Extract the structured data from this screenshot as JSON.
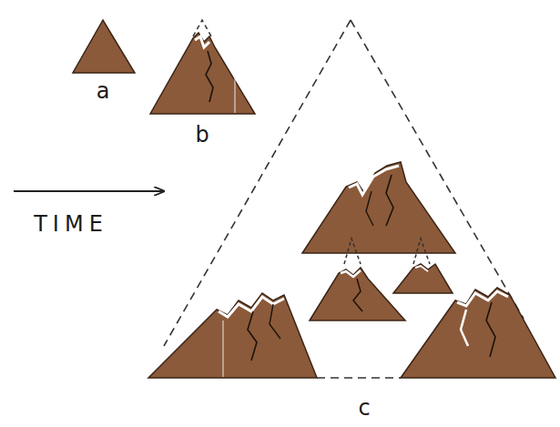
{
  "diagram": {
    "labels": [
      "a",
      "b",
      "TIME",
      "c"
    ]
  }
}
